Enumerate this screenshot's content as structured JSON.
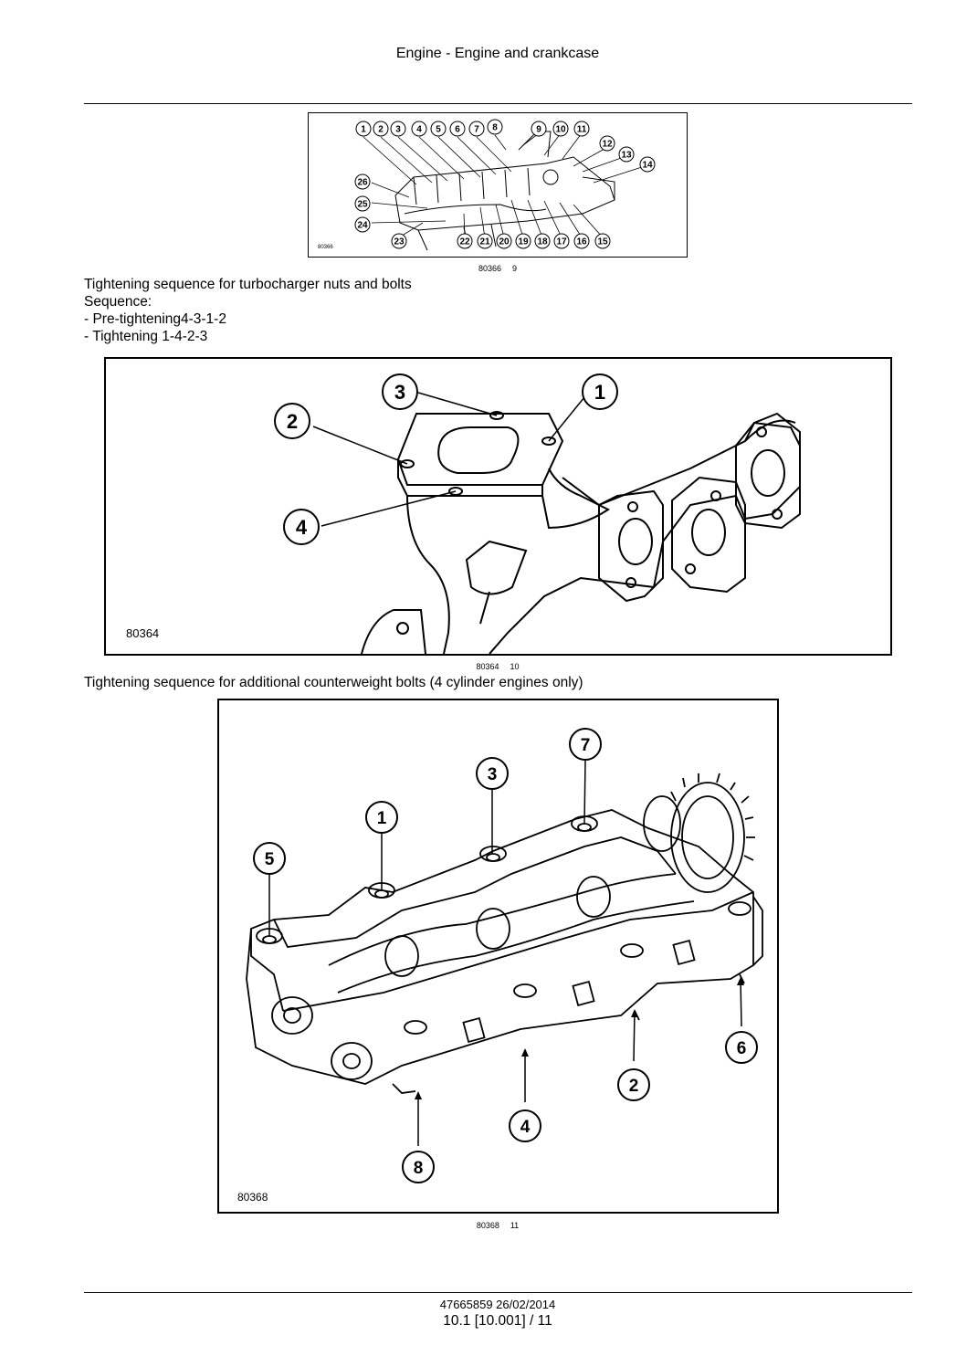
{
  "header": {
    "title": "Engine - Engine and crankcase"
  },
  "figure9": {
    "id_label": "80366",
    "caption_id": "80366",
    "caption_num": "9",
    "callouts": [
      "1",
      "2",
      "3",
      "4",
      "5",
      "6",
      "7",
      "8",
      "9",
      "10",
      "11",
      "12",
      "13",
      "14",
      "15",
      "16",
      "17",
      "18",
      "19",
      "20",
      "21",
      "22",
      "23",
      "24",
      "25",
      "26"
    ]
  },
  "section1": {
    "title": "Tightening sequence for turbocharger nuts and bolts",
    "sequence_label": "Sequence:",
    "steps": [
      "- Pre-tightening4-3-1-2",
      "- Tightening 1-4-2-3"
    ]
  },
  "figure10": {
    "id_label": "80364",
    "caption_id": "80364",
    "caption_num": "10",
    "callouts": [
      "1",
      "2",
      "3",
      "4"
    ]
  },
  "section2": {
    "title": "Tightening sequence for additional counterweight bolts (4 cylinder engines only)"
  },
  "figure11": {
    "id_label": "80368",
    "caption_id": "80368",
    "caption_num": "11",
    "callouts": [
      "1",
      "2",
      "3",
      "4",
      "5",
      "6",
      "7",
      "8"
    ]
  },
  "footer": {
    "doc_code": "47665859 26/02/2014",
    "page": "10.1 [10.001] / 11"
  }
}
